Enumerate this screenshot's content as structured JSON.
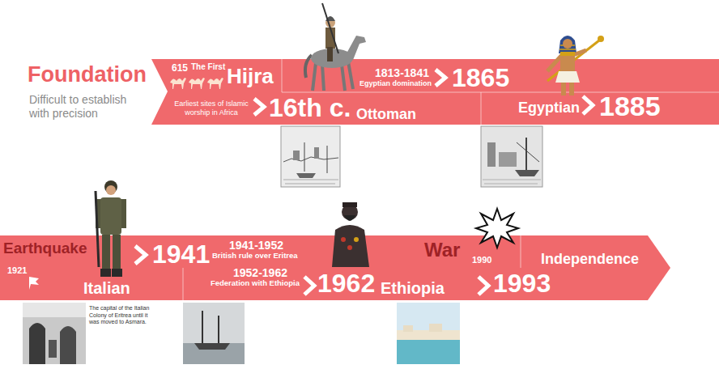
{
  "diagram": {
    "nodes": [
      {
        "text": [
          "615",
          "The First",
          "Hijra",
          "Earliest sites of Islamic worship in Africa",
          "16th c.",
          "Ottoman",
          "1813-1841",
          "Egyptian domination",
          "1865",
          "Egyptian",
          "1885"
        ]
      },
      {
        "text": [
          "Earthquake",
          "1921",
          "Italian",
          "1941",
          "1941-1952",
          "British rule over Eritrea",
          "1952-1962",
          "Federation with Ethiopia",
          "1962",
          "Ethiopia",
          "War",
          "1990",
          "Independence",
          "1993"
        ]
      }
    ],
    "labels": [
      "Foundation",
      "Difficult to establish with precision",
      "The capital of the Italian Colony of Eritrea until it was moved to Asmara."
    ]
  }
}
